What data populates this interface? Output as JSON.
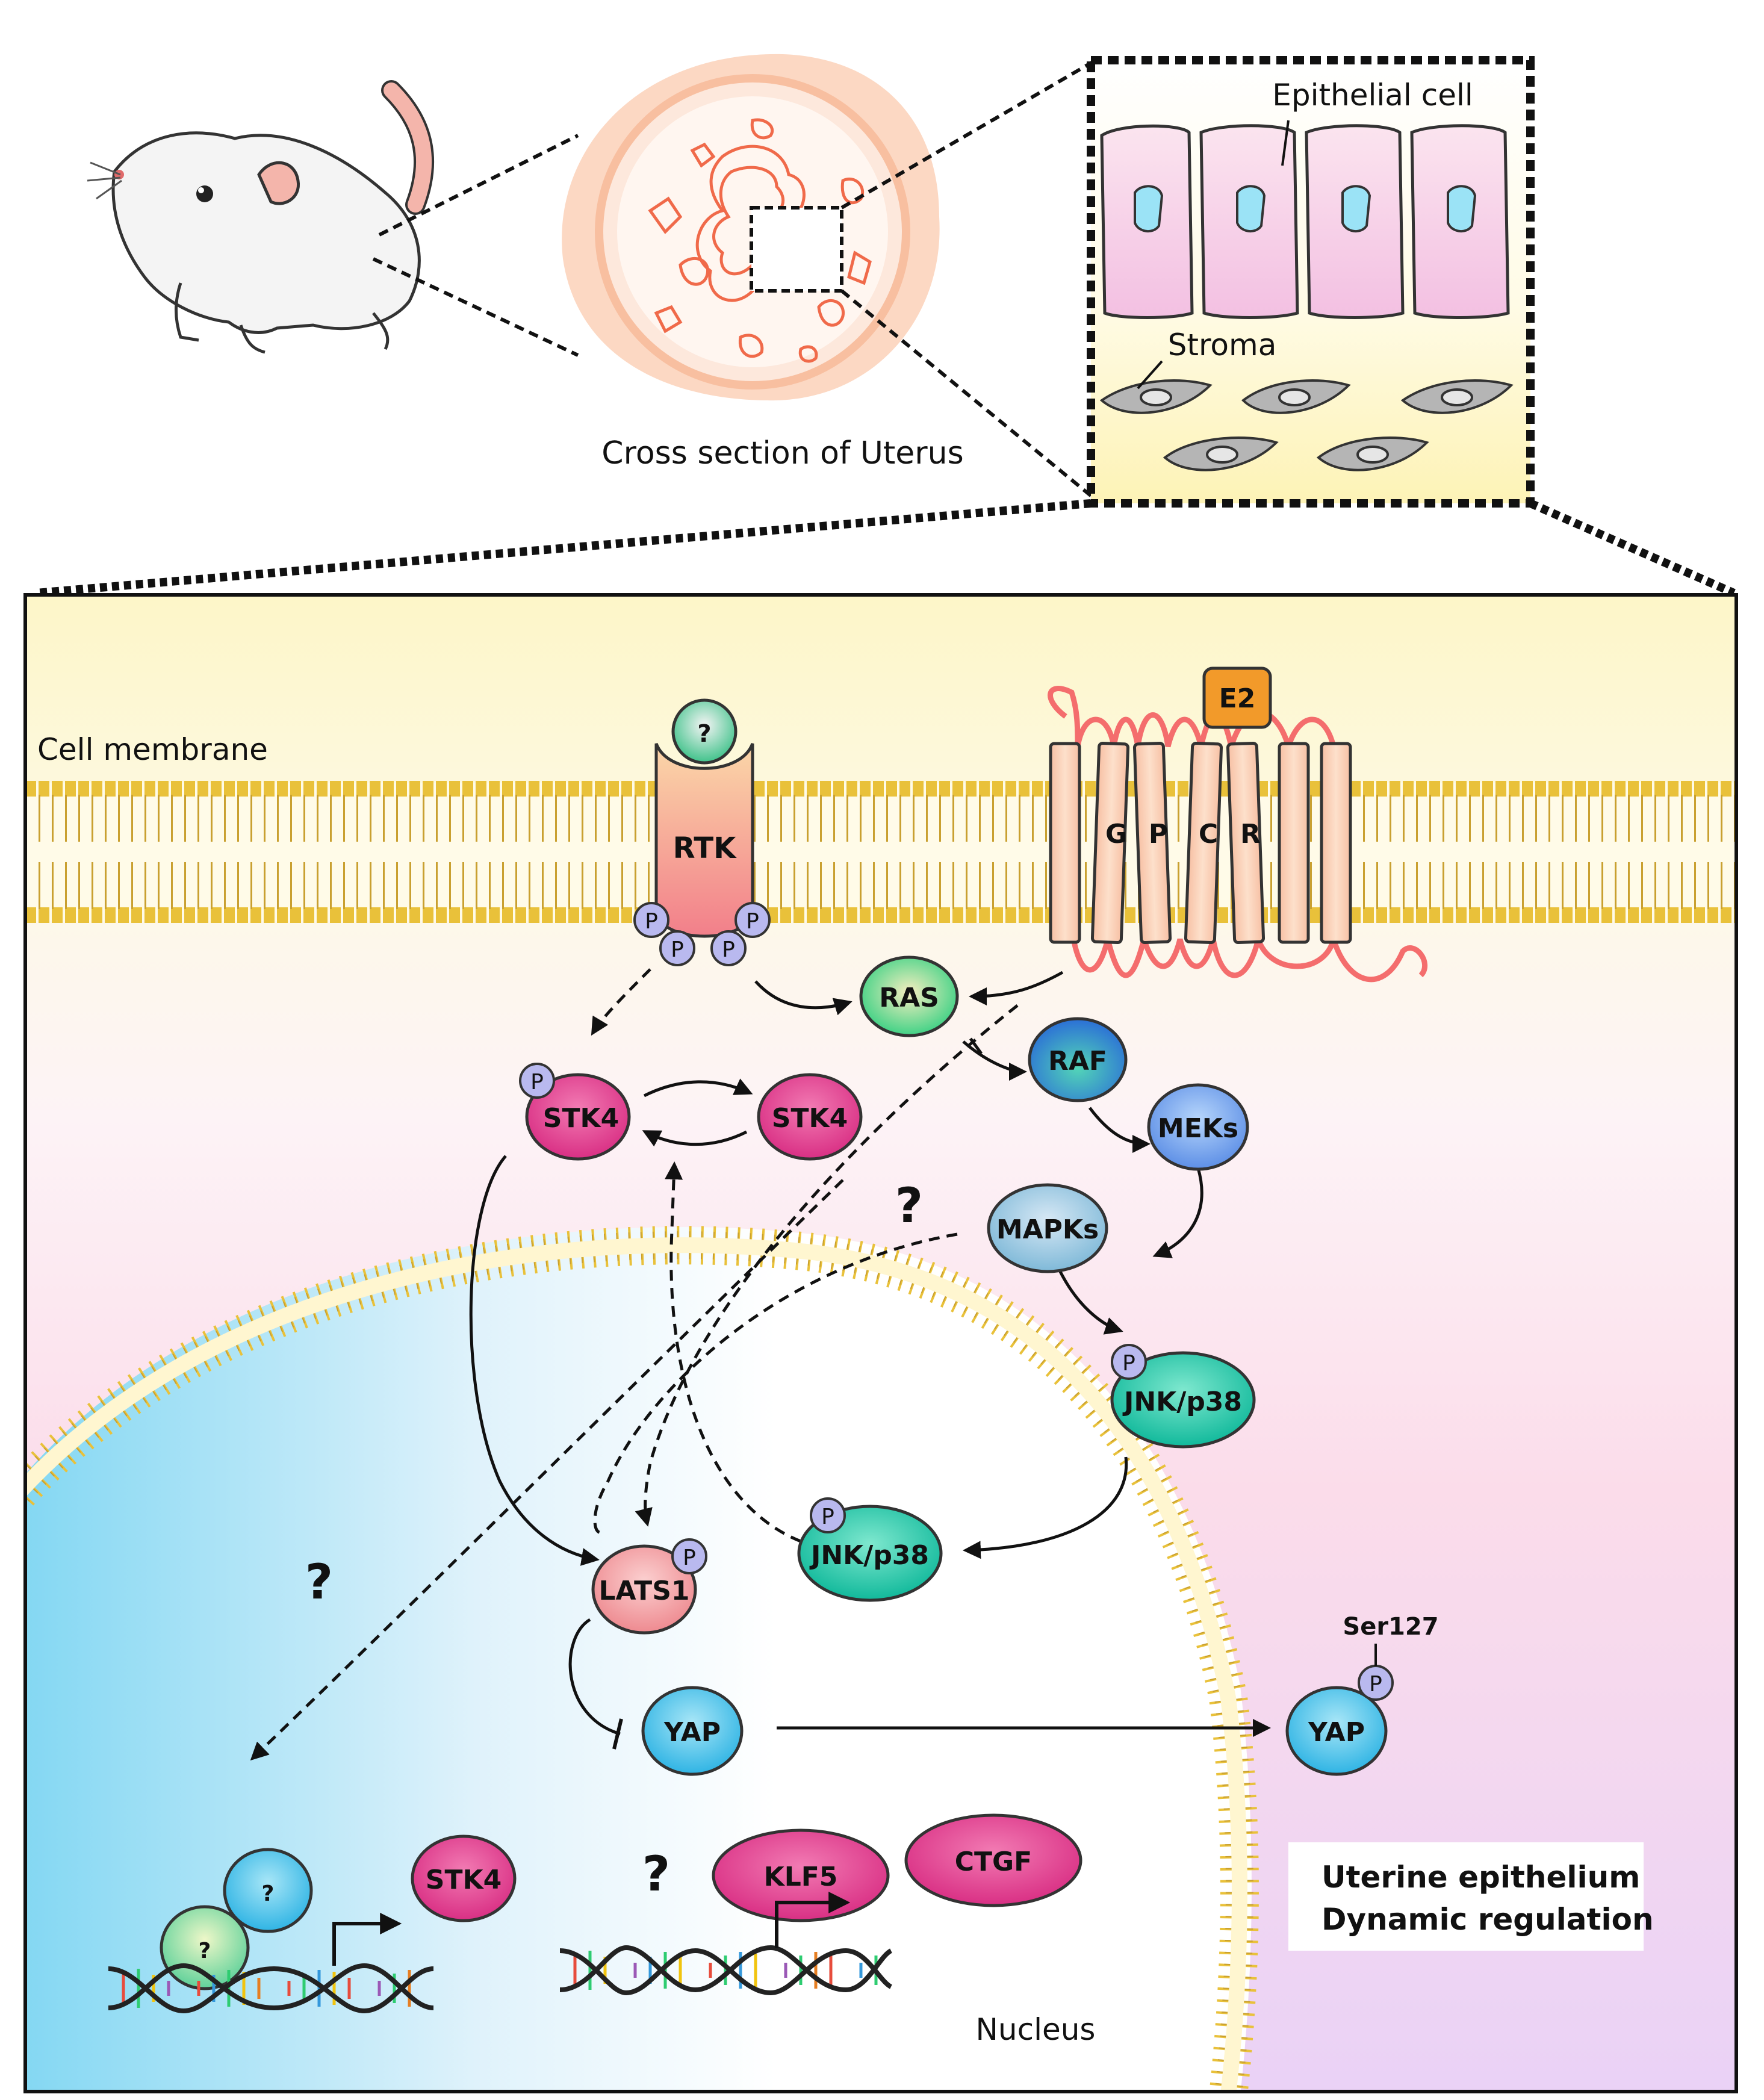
{
  "labels": {
    "epithelial_cell": "Epithelial cell",
    "stroma": "Stroma",
    "cross_section": "Cross section of Uterus",
    "cell_membrane": "Cell membrane",
    "nucleus": "Nucleus",
    "legend_line1": "Uterine epithelium",
    "legend_line2": "Dynamic regulation",
    "ser127": "Ser127"
  },
  "molecules": {
    "rtk": "RTK",
    "rtk_ligand": "?",
    "e2": "E2",
    "gpcr_letters": [
      "G",
      "P",
      "C",
      "R"
    ],
    "ras": "RAS",
    "raf": "RAF",
    "meks": "MEKs",
    "mapks": "MAPKs",
    "stk4_p": "STK4",
    "stk4": "STK4",
    "stk4_nucleus": "STK4",
    "jnk_upper": "JNK/p38",
    "jnk_lower": "JNK/p38",
    "lats1": "LATS1",
    "yap_nucleus": "YAP",
    "yap_cytoplasm": "YAP",
    "klf5": "KLF5",
    "ctgf": "CTGF",
    "tf_a": "?",
    "tf_b": "?",
    "phospho": "P"
  },
  "unknowns": {
    "q_mapk": "?",
    "q_left": "?",
    "q_center": "?"
  },
  "colors": {
    "membrane_head": "#e9c13a",
    "rtk": "#f6a98a",
    "gpcr": "#f9c7a8",
    "phospho": "#b9b9ef",
    "stk4": "#e23d8d",
    "lats1": "#f08f95",
    "yap": "#40bde8",
    "jnk": "#1fc7a7",
    "ras": "#3ad188",
    "raf": "#2f8de0",
    "meks": "#6a9ff0",
    "mapks": "#8ec8e0",
    "klf5": "#e23d8d",
    "ctgf": "#e23d8d",
    "e2": "#f29a2a",
    "gpcr_loop": "#f46d6d"
  }
}
